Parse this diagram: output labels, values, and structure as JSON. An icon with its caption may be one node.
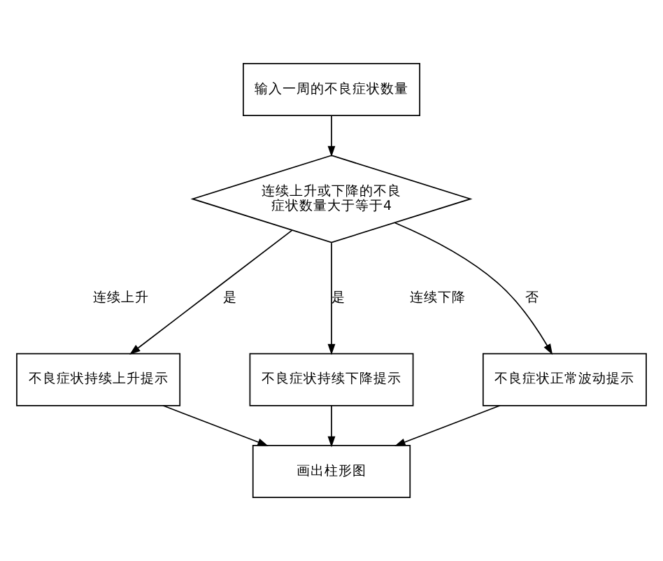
{
  "diagram": {
    "nodes": [
      {
        "text": [
          "输入一周的不良症状数量"
        ]
      },
      {
        "text": [
          "连续上升或下降的不良症状数量大于等于4"
        ]
      },
      {
        "text": [
          "不良症状持续上升提示"
        ]
      },
      {
        "text": [
          "不良症状持续下降提示"
        ]
      },
      {
        "text": [
          "不良症状正常波动提示"
        ]
      },
      {
        "text": [
          "画出柱形图"
        ]
      }
    ],
    "edges": [
      {
        "from": 0,
        "to": 1,
        "arrow": "to"
      },
      {
        "from": 1,
        "to": 2,
        "arrow": "to",
        "label": "是"
      },
      {
        "from": 1,
        "to": 3,
        "arrow": "to",
        "label": "是"
      },
      {
        "from": 1,
        "to": 4,
        "arrow": "to",
        "label": "否"
      },
      {
        "from": 2,
        "to": 5,
        "arrow": "to"
      },
      {
        "from": 3,
        "to": 5,
        "arrow": "to"
      },
      {
        "from": 4,
        "to": 5,
        "arrow": "to"
      }
    ],
    "labels": [
      "连续上升",
      "连续下降"
    ]
  }
}
